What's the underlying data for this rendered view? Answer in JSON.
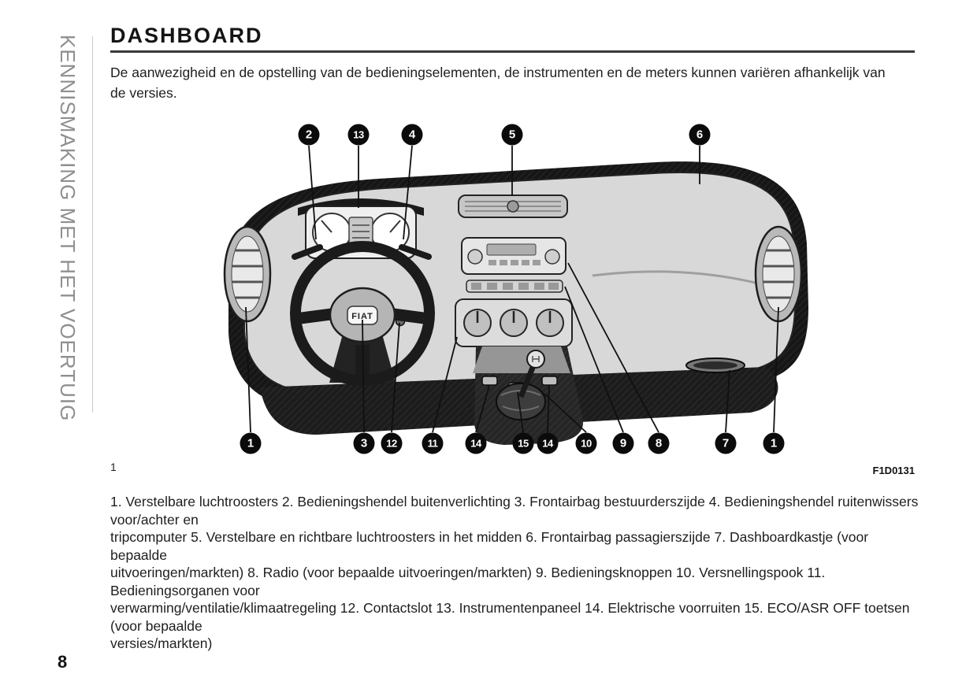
{
  "sidebar": {
    "text": "KENNISMAKING MET HET VOERTUIG"
  },
  "header": {
    "title": "DASHBOARD"
  },
  "intro": {
    "lines": [
      "De aanwezigheid en de opstelling van de bedieningselementen, de instrumenten en de meters kunnen variëren afhankelijk van",
      "de versies."
    ]
  },
  "figure": {
    "index": "1",
    "code": "F1D0131",
    "wheel_badge": "FIAT",
    "top_callouts": [
      "2",
      "13",
      "4",
      "5",
      "6"
    ],
    "bottom_callouts": [
      "1",
      "3",
      "12",
      "11",
      "14",
      "15",
      "14",
      "10",
      "9",
      "8",
      "7",
      "1"
    ]
  },
  "legend": {
    "lines": [
      "1. Verstelbare luchtroosters 2. Bedieningshendel buitenverlichting 3. Frontairbag bestuurderszijde 4. Bedieningshendel ruitenwissers voor/achter en",
      "tripcomputer 5. Verstelbare en richtbare luchtroosters in het midden 6. Frontairbag passagierszijde 7. Dashboardkastje (voor bepaalde",
      "uitvoeringen/markten) 8. Radio (voor bepaalde uitvoeringen/markten) 9. Bedieningsknoppen 10. Versnellingspook 11. Bedieningsorganen voor",
      "verwarming/ventilatie/klimaatregeling 12. Contactslot 13. Instrumentenpaneel 14. Elektrische voorruiten 15. ECO/ASR OFF toetsen (voor bepaalde",
      "versies/markten)"
    ]
  },
  "footer": {
    "page_number": "8"
  }
}
